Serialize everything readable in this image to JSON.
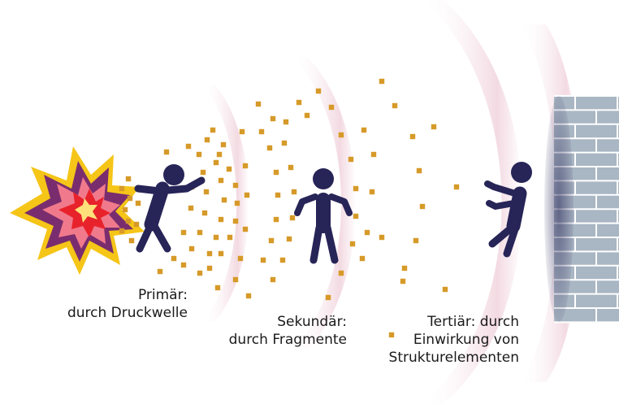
{
  "labels": {
    "primary": {
      "line1": "Primär:",
      "line2": "durch Druckwelle"
    },
    "secondary": {
      "line1": "Sekundär:",
      "line2": "durch Fragmente"
    },
    "tertiary": {
      "line1": "Tertiär: durch",
      "line2": "Einwirkung von",
      "line3": "Strukturelementen"
    }
  },
  "icons": {
    "explosion": "explosion-icon",
    "person_primary": "person-blown-back-icon",
    "person_secondary": "person-standing-icon",
    "person_tertiary": "person-hit-wall-icon",
    "wall": "brick-wall-icon"
  },
  "colors": {
    "figure": "#272457",
    "fragments": "#d69a28",
    "wave": "#c7577a",
    "wall_brick": "#a9b6c3",
    "wall_mortar": "#ffffff",
    "explosion_outer": "#7a2d6e",
    "explosion_mid": "#f5c518",
    "explosion_inner": "#e8222b"
  }
}
